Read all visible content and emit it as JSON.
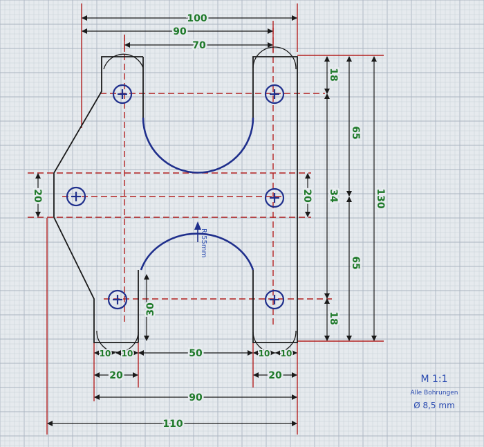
{
  "colors": {
    "paper": "#e6eaee",
    "grid_minor": "#c8d0d8",
    "grid_major": "#aab4c0",
    "outline": "#1a1a1a",
    "arc_blue": "#1f2f8c",
    "dim_red": "#b21f1f",
    "text_green": "#1f7a2a",
    "note_blue": "#2a4bb0"
  },
  "dimensions": {
    "top_100": "100",
    "top_90": "90",
    "top_70": "70",
    "right_18_top": "18",
    "right_65_top": "65",
    "right_34": "34",
    "right_65_bottom": "65",
    "right_18_bottom": "18",
    "right_130": "130",
    "left_20": "20",
    "center_20": "20",
    "slot_30": "30",
    "bottom_10_a": "10",
    "bottom_10_b": "10",
    "bottom_50": "50",
    "bottom_10_c": "10",
    "bottom_10_d": "10",
    "bottom_20_left": "20",
    "bottom_20_right": "20",
    "bottom_90": "90",
    "bottom_110": "110",
    "radius_label": "R 55mm"
  },
  "notes": {
    "scale": "M 1:1",
    "holes_label": "Alle Bohrungen",
    "hole_diameter": "Ø 8,5 mm"
  }
}
